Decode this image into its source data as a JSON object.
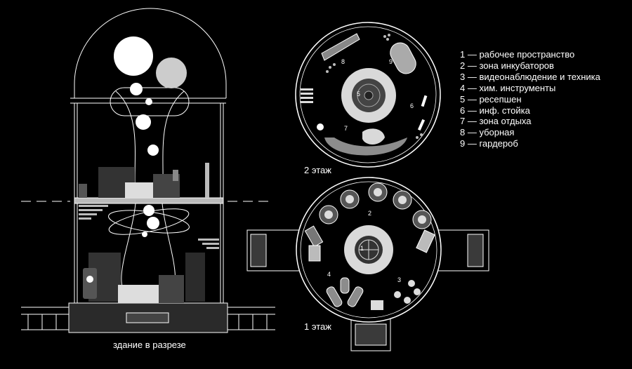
{
  "labels": {
    "section": "здание в разрезе",
    "floor2": "2 этаж",
    "floor1": "1 этаж"
  },
  "legend": [
    {
      "num": "1",
      "name": "рабочее пространство"
    },
    {
      "num": "2",
      "name": "зона инкубаторов"
    },
    {
      "num": "3",
      "name": "видеонаблюдение и техника"
    },
    {
      "num": "4",
      "name": "хим. инструменты"
    },
    {
      "num": "5",
      "name": "ресепшен"
    },
    {
      "num": "6",
      "name": "инф. стойка"
    },
    {
      "num": "7",
      "name": "зона отдыха"
    },
    {
      "num": "8",
      "name": "уборная"
    },
    {
      "num": "9",
      "name": "гардероб"
    }
  ],
  "legend_separator": "—",
  "colors": {
    "background": "#000000",
    "line": "#ffffff",
    "light_gray": "#d9d9d9",
    "mid_gray": "#8c8c8c",
    "dark_gray": "#3a3a3a"
  }
}
